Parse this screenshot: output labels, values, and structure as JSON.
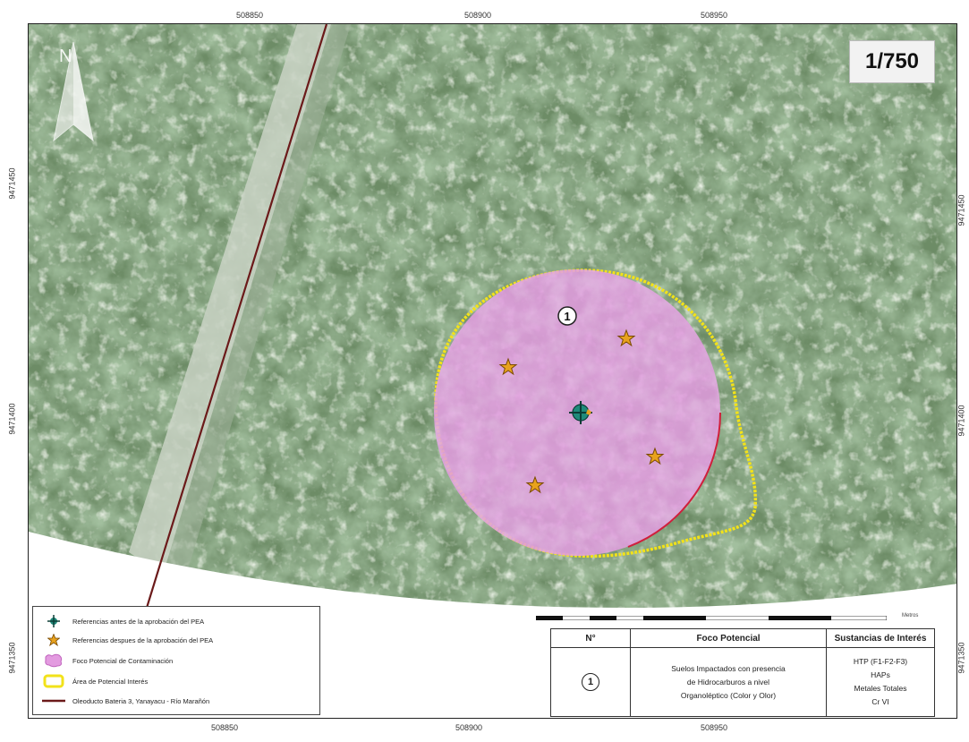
{
  "top_caption": "",
  "scale_ratio": "1/750",
  "north_label": "N",
  "coords": {
    "top": [
      "508850",
      "508900",
      "508950"
    ],
    "bottom": [
      "508850",
      "508900",
      "508950"
    ],
    "left": [
      "9471450",
      "9471400",
      "9471350"
    ],
    "right": [
      "9471450",
      "9471400",
      "9471350"
    ]
  },
  "focus_marker_label": "1",
  "legend": {
    "items": [
      {
        "label": "Referencias antes de la aprobación del PEA",
        "icon": "teal-cross-marker"
      },
      {
        "label": "Referencias despues de la aprobación del PEA",
        "icon": "orange-star-marker"
      },
      {
        "label": "Foco Potencial de Contaminación",
        "icon": "pink-area-swatch"
      },
      {
        "label": "Área de Potencial Interés",
        "icon": "yellow-outline-swatch"
      },
      {
        "label": "Oleoducto Bateria 3, Yanayacu - Río Marañón",
        "icon": "dark-red-line"
      }
    ]
  },
  "scalebar_units": "Metros",
  "table": {
    "headers": [
      "N°",
      "Foco Potencial",
      "Sustancias de Interés"
    ],
    "rows": [
      {
        "number": "1",
        "foco": [
          "Suelos Impactados con presencia",
          "de Hidrocarburos a nivel",
          "Organoléptico (Color y Olor)"
        ],
        "sustancias": [
          "HTP (F1-F2-F3)",
          "HAPs",
          "Metales Totales",
          "Cr VI"
        ]
      }
    ]
  },
  "colors": {
    "pipeline": "#6b1a1a",
    "focus_fill": "#e39be0",
    "interest_outline": "#f2e21a",
    "star": "#e8a21e",
    "cross": "#1f8a7a"
  }
}
